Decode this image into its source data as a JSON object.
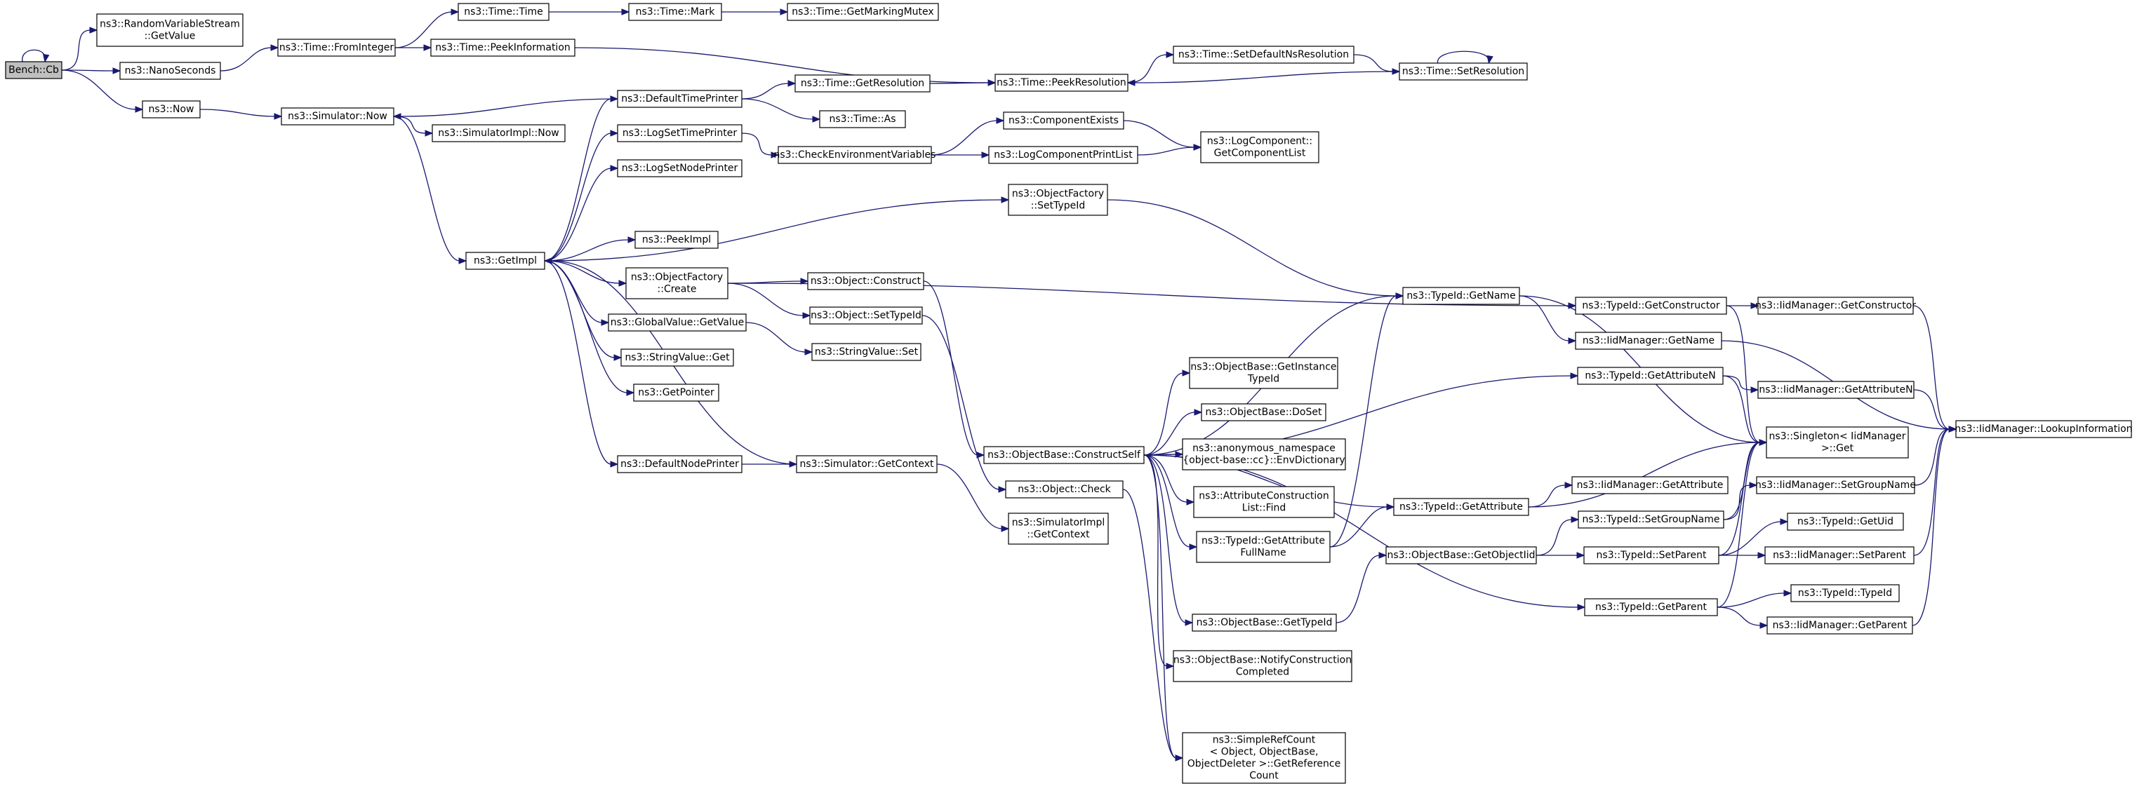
{
  "graph": {
    "title": "",
    "nodes": [
      {
        "id": "bench_cb",
        "lines": [
          "Bench::Cb"
        ],
        "root": true
      },
      {
        "id": "rvs_getvalue",
        "lines": [
          "ns3::RandomVariableStream",
          "::GetValue"
        ]
      },
      {
        "id": "nanoseconds",
        "lines": [
          "ns3::NanoSeconds"
        ]
      },
      {
        "id": "now",
        "lines": [
          "ns3::Now"
        ]
      },
      {
        "id": "time_fromint",
        "lines": [
          "ns3::Time::FromInteger"
        ]
      },
      {
        "id": "time_time",
        "lines": [
          "ns3::Time::Time"
        ]
      },
      {
        "id": "time_mark",
        "lines": [
          "ns3::Time::Mark"
        ]
      },
      {
        "id": "time_getmarkingmutex",
        "lines": [
          "ns3::Time::GetMarkingMutex"
        ]
      },
      {
        "id": "time_peekinfo",
        "lines": [
          "ns3::Time::PeekInformation"
        ]
      },
      {
        "id": "time_peekres",
        "lines": [
          "ns3::Time::PeekResolution"
        ]
      },
      {
        "id": "time_setdefaultns",
        "lines": [
          "ns3::Time::SetDefaultNsResolution"
        ]
      },
      {
        "id": "time_setres",
        "lines": [
          "ns3::Time::SetResolution"
        ]
      },
      {
        "id": "sim_now",
        "lines": [
          "ns3::Simulator::Now"
        ]
      },
      {
        "id": "simimpl_now",
        "lines": [
          "ns3::SimulatorImpl::Now"
        ]
      },
      {
        "id": "default_time_printer",
        "lines": [
          "ns3::DefaultTimePrinter"
        ]
      },
      {
        "id": "time_getres",
        "lines": [
          "ns3::Time::GetResolution"
        ]
      },
      {
        "id": "time_as",
        "lines": [
          "ns3::Time::As"
        ]
      },
      {
        "id": "log_set_time_printer",
        "lines": [
          "ns3::LogSetTimePrinter"
        ]
      },
      {
        "id": "check_env_vars",
        "lines": [
          "ns3::CheckEnvironmentVariables"
        ]
      },
      {
        "id": "component_exists",
        "lines": [
          "ns3::ComponentExists"
        ]
      },
      {
        "id": "log_comp_printlist",
        "lines": [
          "ns3::LogComponentPrintList"
        ]
      },
      {
        "id": "logcomp_getlist",
        "lines": [
          "ns3::LogComponent::",
          "GetComponentList"
        ]
      },
      {
        "id": "log_set_node_printer",
        "lines": [
          "ns3::LogSetNodePrinter"
        ]
      },
      {
        "id": "of_settypeid",
        "lines": [
          "ns3::ObjectFactory",
          "::SetTypeId"
        ]
      },
      {
        "id": "getimpl",
        "lines": [
          "ns3::GetImpl"
        ]
      },
      {
        "id": "peekimpl",
        "lines": [
          "ns3::PeekImpl"
        ]
      },
      {
        "id": "of_create",
        "lines": [
          "ns3::ObjectFactory",
          "::Create"
        ]
      },
      {
        "id": "obj_construct",
        "lines": [
          "ns3::Object::Construct"
        ]
      },
      {
        "id": "obj_settypeid",
        "lines": [
          "ns3::Object::SetTypeId"
        ]
      },
      {
        "id": "gv_getvalue",
        "lines": [
          "ns3::GlobalValue::GetValue"
        ]
      },
      {
        "id": "sv_set",
        "lines": [
          "ns3::StringValue::Set"
        ]
      },
      {
        "id": "sv_get",
        "lines": [
          "ns3::StringValue::Get"
        ]
      },
      {
        "id": "getpointer",
        "lines": [
          "ns3::GetPointer"
        ]
      },
      {
        "id": "default_node_printer",
        "lines": [
          "ns3::DefaultNodePrinter"
        ]
      },
      {
        "id": "sim_getcontext",
        "lines": [
          "ns3::Simulator::GetContext"
        ]
      },
      {
        "id": "simimpl_getcontext",
        "lines": [
          "ns3::SimulatorImpl",
          "::GetContext"
        ]
      },
      {
        "id": "ob_constructself",
        "lines": [
          "ns3::ObjectBase::ConstructSelf"
        ]
      },
      {
        "id": "obj_check",
        "lines": [
          "ns3::Object::Check"
        ]
      },
      {
        "id": "tid_getname",
        "lines": [
          "ns3::TypeId::GetName"
        ]
      },
      {
        "id": "tid_getconstructor",
        "lines": [
          "ns3::TypeId::GetConstructor"
        ]
      },
      {
        "id": "iid_getconstructor",
        "lines": [
          "ns3::IidManager::GetConstructor"
        ]
      },
      {
        "id": "iid_getname",
        "lines": [
          "ns3::IidManager::GetName"
        ]
      },
      {
        "id": "ob_getinstancetypeid",
        "lines": [
          "ns3::ObjectBase::GetInstance",
          "TypeId"
        ]
      },
      {
        "id": "tid_getattributen",
        "lines": [
          "ns3::TypeId::GetAttributeN"
        ]
      },
      {
        "id": "iid_getattributen",
        "lines": [
          "ns3::IidManager::GetAttributeN"
        ]
      },
      {
        "id": "ob_doset",
        "lines": [
          "ns3::ObjectBase::DoSet"
        ]
      },
      {
        "id": "anon_envdict",
        "lines": [
          "ns3::anonymous_namespace",
          "{object-base::cc}::EnvDictionary"
        ]
      },
      {
        "id": "singleton_get",
        "lines": [
          "ns3::Singleton< IidManager",
          ">::Get"
        ]
      },
      {
        "id": "iid_lookupinfo",
        "lines": [
          "ns3::IidManager::LookupInformation"
        ]
      },
      {
        "id": "acl_find",
        "lines": [
          "ns3::AttributeConstruction",
          "List::Find"
        ]
      },
      {
        "id": "iid_getattribute",
        "lines": [
          "ns3::IidManager::GetAttribute"
        ]
      },
      {
        "id": "tid_getattribute",
        "lines": [
          "ns3::TypeId::GetAttribute"
        ]
      },
      {
        "id": "iid_setgroupname",
        "lines": [
          "ns3::IidManager::SetGroupName"
        ]
      },
      {
        "id": "tid_getattrfullname",
        "lines": [
          "ns3::TypeId::GetAttribute",
          "FullName"
        ]
      },
      {
        "id": "tid_setgroupname",
        "lines": [
          "ns3::TypeId::SetGroupName"
        ]
      },
      {
        "id": "tid_getuid",
        "lines": [
          "ns3::TypeId::GetUid"
        ]
      },
      {
        "id": "ob_getobjectiid",
        "lines": [
          "ns3::ObjectBase::GetObjectIid"
        ]
      },
      {
        "id": "tid_setparent",
        "lines": [
          "ns3::TypeId::SetParent"
        ]
      },
      {
        "id": "iid_setparent",
        "lines": [
          "ns3::IidManager::SetParent"
        ]
      },
      {
        "id": "tid_typeid",
        "lines": [
          "ns3::TypeId::TypeId"
        ]
      },
      {
        "id": "tid_getparent",
        "lines": [
          "ns3::TypeId::GetParent"
        ]
      },
      {
        "id": "ob_gettypeid",
        "lines": [
          "ns3::ObjectBase::GetTypeId"
        ]
      },
      {
        "id": "iid_getparent",
        "lines": [
          "ns3::IidManager::GetParent"
        ]
      },
      {
        "id": "ob_notifycc",
        "lines": [
          "ns3::ObjectBase::NotifyConstruction",
          "Completed"
        ]
      },
      {
        "id": "simplerefcount",
        "lines": [
          "ns3::SimpleRefCount",
          "< Object, ObjectBase,",
          "ObjectDeleter >::GetReference",
          "Count"
        ]
      }
    ],
    "edges": [
      [
        "bench_cb",
        "bench_cb"
      ],
      [
        "bench_cb",
        "rvs_getvalue"
      ],
      [
        "bench_cb",
        "nanoseconds"
      ],
      [
        "bench_cb",
        "now"
      ],
      [
        "nanoseconds",
        "time_fromint"
      ],
      [
        "time_fromint",
        "time_time"
      ],
      [
        "time_fromint",
        "time_peekinfo"
      ],
      [
        "time_time",
        "time_mark"
      ],
      [
        "time_mark",
        "time_getmarkingmutex"
      ],
      [
        "time_peekinfo",
        "time_peekres"
      ],
      [
        "time_peekres",
        "time_setdefaultns"
      ],
      [
        "time_setdefaultns",
        "time_setres"
      ],
      [
        "time_setres",
        "time_setres"
      ],
      [
        "time_setres",
        "time_peekres"
      ],
      [
        "now",
        "sim_now"
      ],
      [
        "sim_now",
        "simimpl_now"
      ],
      [
        "sim_now",
        "getimpl"
      ],
      [
        "default_time_printer",
        "sim_now"
      ],
      [
        "default_time_printer",
        "time_getres"
      ],
      [
        "default_time_printer",
        "time_as"
      ],
      [
        "time_getres",
        "time_peekres"
      ],
      [
        "log_set_time_printer",
        "check_env_vars"
      ],
      [
        "check_env_vars",
        "component_exists"
      ],
      [
        "check_env_vars",
        "log_comp_printlist"
      ],
      [
        "component_exists",
        "logcomp_getlist"
      ],
      [
        "log_comp_printlist",
        "logcomp_getlist"
      ],
      [
        "getimpl",
        "default_time_printer"
      ],
      [
        "getimpl",
        "log_set_time_printer"
      ],
      [
        "getimpl",
        "log_set_node_printer"
      ],
      [
        "getimpl",
        "of_settypeid"
      ],
      [
        "getimpl",
        "peekimpl"
      ],
      [
        "getimpl",
        "of_create"
      ],
      [
        "getimpl",
        "gv_getvalue"
      ],
      [
        "getimpl",
        "sv_get"
      ],
      [
        "getimpl",
        "getpointer"
      ],
      [
        "getimpl",
        "default_node_printer"
      ],
      [
        "of_settypeid",
        "tid_getname"
      ],
      [
        "of_create",
        "obj_construct"
      ],
      [
        "of_create",
        "obj_settypeid"
      ],
      [
        "of_create",
        "tid_getconstructor"
      ],
      [
        "gv_getvalue",
        "sv_set"
      ],
      [
        "default_node_printer",
        "sim_getcontext"
      ],
      [
        "sim_getcontext",
        "getimpl"
      ],
      [
        "sim_getcontext",
        "simimpl_getcontext"
      ],
      [
        "obj_construct",
        "ob_constructself"
      ],
      [
        "obj_settypeid",
        "obj_check"
      ],
      [
        "ob_constructself",
        "tid_getname"
      ],
      [
        "ob_constructself",
        "ob_getinstancetypeid"
      ],
      [
        "ob_constructself",
        "tid_getattributen"
      ],
      [
        "ob_constructself",
        "ob_doset"
      ],
      [
        "ob_constructself",
        "anon_envdict"
      ],
      [
        "ob_constructself",
        "acl_find"
      ],
      [
        "ob_constructself",
        "tid_getattrfullname"
      ],
      [
        "ob_constructself",
        "tid_getattribute"
      ],
      [
        "ob_constructself",
        "ob_gettypeid"
      ],
      [
        "ob_constructself",
        "ob_notifycc"
      ],
      [
        "ob_constructself",
        "tid_getparent"
      ],
      [
        "ob_constructself",
        "simplerefcount"
      ],
      [
        "obj_check",
        "simplerefcount"
      ],
      [
        "tid_getname",
        "iid_getname"
      ],
      [
        "tid_getname",
        "singleton_get"
      ],
      [
        "tid_getconstructor",
        "iid_getconstructor"
      ],
      [
        "tid_getconstructor",
        "singleton_get"
      ],
      [
        "iid_getconstructor",
        "iid_lookupinfo"
      ],
      [
        "iid_getname",
        "iid_lookupinfo"
      ],
      [
        "tid_getattributen",
        "iid_getattributen"
      ],
      [
        "tid_getattributen",
        "singleton_get"
      ],
      [
        "iid_getattributen",
        "iid_lookupinfo"
      ],
      [
        "tid_getattrfullname",
        "tid_getname"
      ],
      [
        "tid_getattrfullname",
        "tid_getattribute"
      ],
      [
        "tid_getattribute",
        "iid_getattribute"
      ],
      [
        "tid_getattribute",
        "singleton_get"
      ],
      [
        "ob_gettypeid",
        "ob_getobjectiid"
      ],
      [
        "ob_getobjectiid",
        "tid_setgroupname"
      ],
      [
        "ob_getobjectiid",
        "tid_setparent"
      ],
      [
        "tid_setgroupname",
        "iid_setgroupname"
      ],
      [
        "tid_setgroupname",
        "singleton_get"
      ],
      [
        "iid_setgroupname",
        "iid_lookupinfo"
      ],
      [
        "tid_setparent",
        "tid_getuid"
      ],
      [
        "tid_setparent",
        "iid_setparent"
      ],
      [
        "tid_setparent",
        "singleton_get"
      ],
      [
        "iid_setparent",
        "iid_lookupinfo"
      ],
      [
        "tid_getparent",
        "tid_typeid"
      ],
      [
        "tid_getparent",
        "iid_getparent"
      ],
      [
        "tid_getparent",
        "singleton_get"
      ],
      [
        "iid_getparent",
        "iid_lookupinfo"
      ]
    ]
  }
}
